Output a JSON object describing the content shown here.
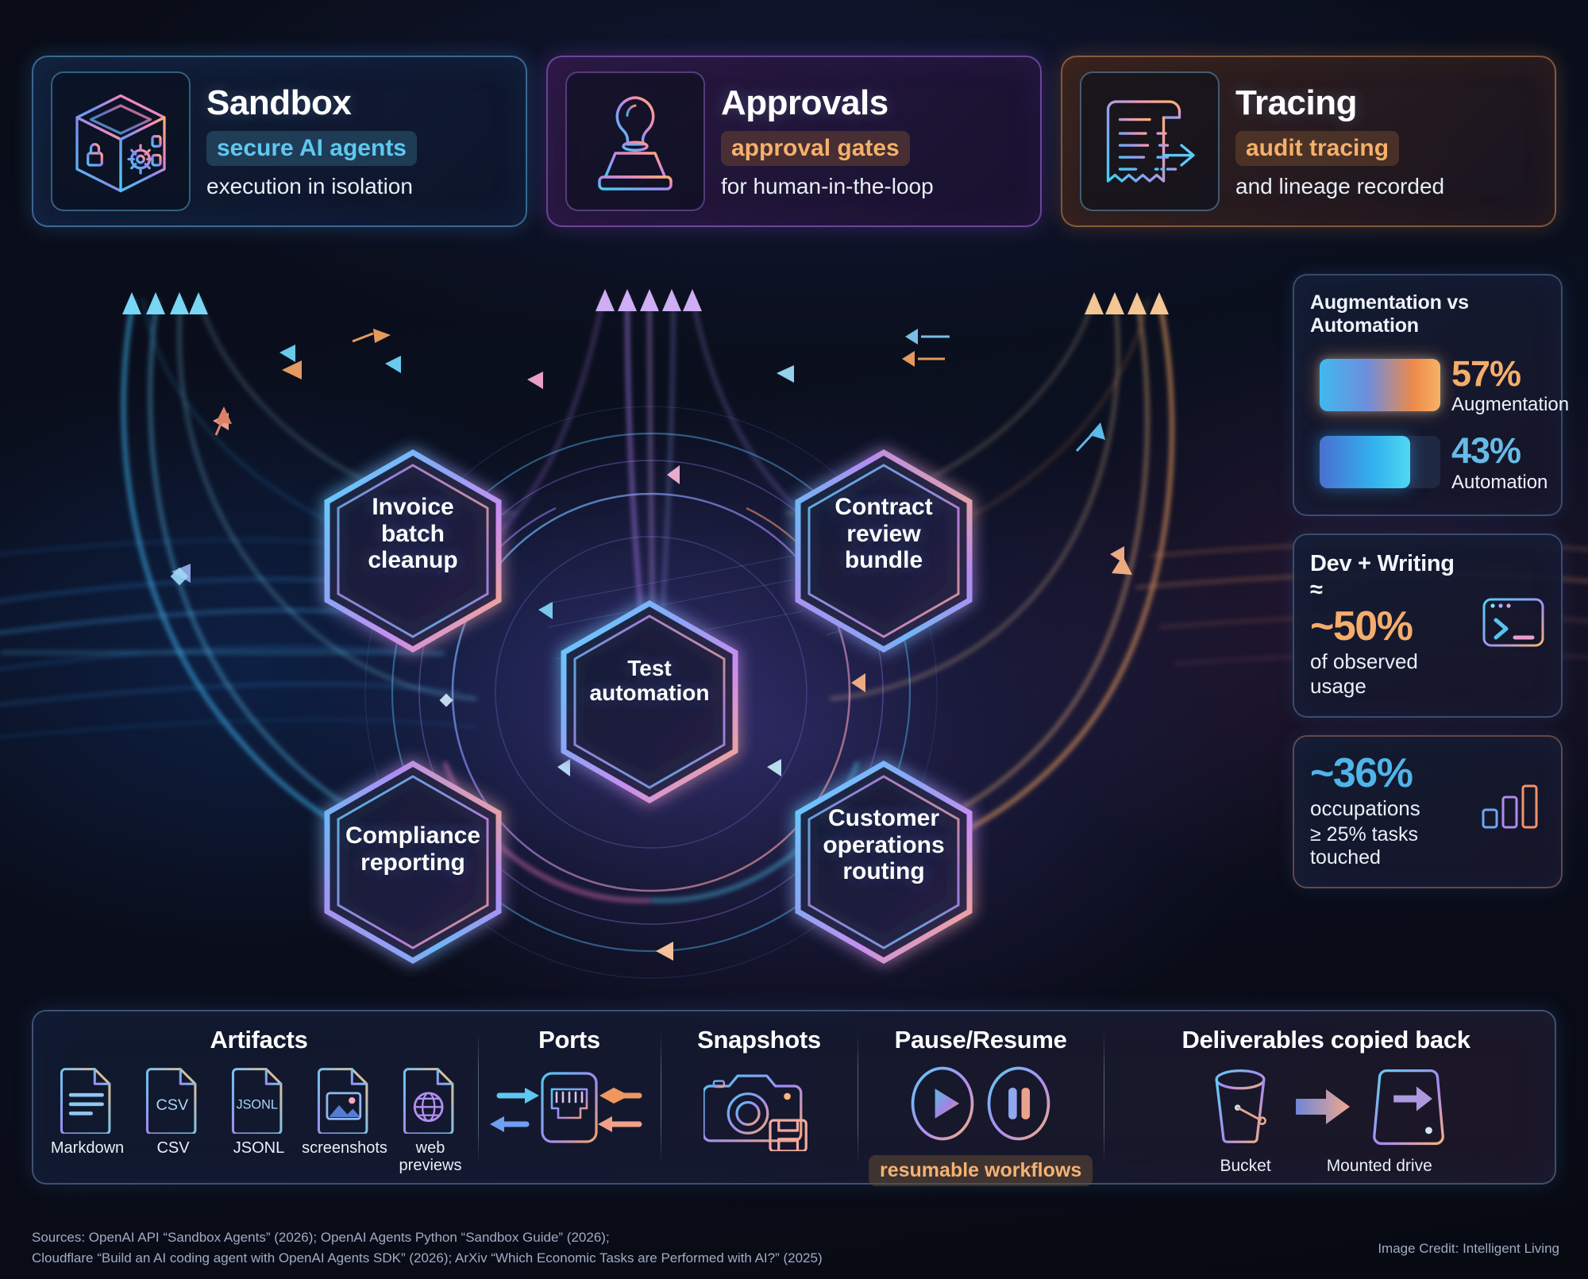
{
  "cards": [
    {
      "id": "sandbox",
      "title": "Sandbox",
      "pill": "secure AI agents",
      "sub": "execution in isolation",
      "icon": "cube-lock-gear-icon",
      "accent": "#5ec8f0"
    },
    {
      "id": "approvals",
      "title": "Approvals",
      "pill": "approval gates",
      "sub": "for human-in-the-loop",
      "icon": "rubber-stamp-icon",
      "accent": "#b07ef0"
    },
    {
      "id": "tracing",
      "title": "Tracing",
      "pill": "audit tracing",
      "sub": "and lineage recorded",
      "icon": "receipt-arrow-icon",
      "accent": "#f5b06a"
    }
  ],
  "nodes": {
    "center": "Test\nautomation",
    "outer": [
      "Invoice\nbatch\ncleanup",
      "Contract\nreview\nbundle",
      "Compliance\nreporting",
      "Customer\noperations\nrouting"
    ]
  },
  "stats": {
    "chart_title": "Augmentation vs Automation",
    "dev": {
      "head": "Dev + Writing ≈",
      "value": "~50%",
      "note": "of observed usage",
      "icon": "terminal-icon"
    },
    "occ": {
      "value": "~36%",
      "note": "occupations",
      "note2": "≥ 25% tasks touched",
      "icon": "bar-chart-icon"
    }
  },
  "bottom": {
    "artifacts": {
      "title": "Artifacts",
      "items": [
        {
          "label": "Markdown",
          "icon": "markdown-file-icon"
        },
        {
          "label": "CSV",
          "icon": "csv-file-icon",
          "tag": "CSV"
        },
        {
          "label": "JSONL",
          "icon": "jsonl-file-icon",
          "tag": "JSONL"
        },
        {
          "label": "screenshots",
          "icon": "image-file-icon"
        },
        {
          "label": "web\npreviews",
          "icon": "web-file-icon"
        }
      ]
    },
    "ports": {
      "title": "Ports",
      "icon": "ethernet-port-icon"
    },
    "snapshots": {
      "title": "Snapshots",
      "icon": "camera-save-icon"
    },
    "pause": {
      "title": "Pause/Resume",
      "pill": "resumable workflows",
      "icons": [
        "play-icon",
        "pause-icon"
      ]
    },
    "deliver": {
      "title": "Deliverables copied back",
      "from": "Bucket",
      "to": "Mounted drive",
      "icons": [
        "bucket-icon",
        "arrow-right-icon",
        "hard-drive-icon"
      ]
    }
  },
  "footer": {
    "sources_line1": "Sources: OpenAI API “Sandbox Agents” (2026); OpenAI Agents Python “Sandbox Guide” (2026);",
    "sources_line2": "Cloudflare “Build an AI coding agent with OpenAI Agents SDK” (2026); ArXiv “Which Economic Tasks are Performed with AI?” (2025)",
    "credit": "Image Credit: Intelligent Living"
  },
  "chart_data": {
    "type": "bar",
    "title": "Augmentation vs Automation",
    "orientation": "horizontal",
    "categories": [
      "Augmentation",
      "Automation"
    ],
    "values": [
      57,
      43
    ],
    "value_labels": [
      "57%",
      "43%"
    ],
    "colors": [
      "#f4ad6b",
      "#66bbe8"
    ],
    "xlabel": "",
    "ylabel": "",
    "xlim": [
      0,
      100
    ],
    "grid": false,
    "legend": "none"
  }
}
